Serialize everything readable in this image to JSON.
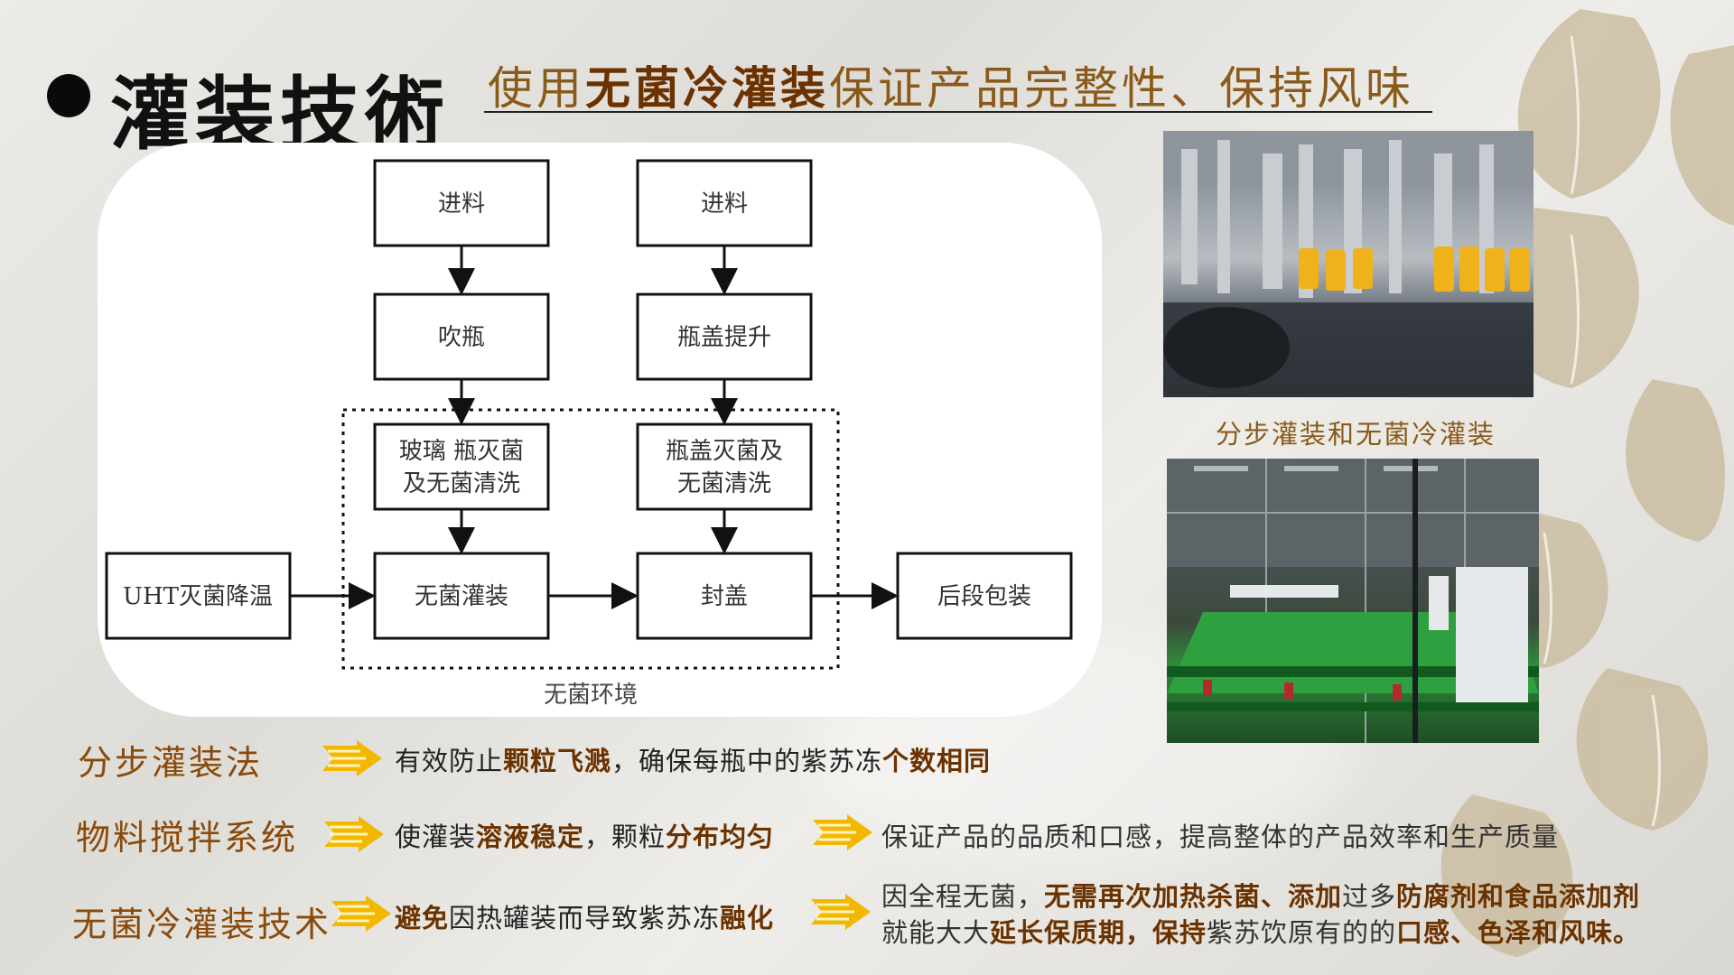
{
  "header": {
    "title": "灌装技術",
    "subtitle_pre": "使用",
    "subtitle_hl": "无菌冷灌装",
    "subtitle_post": "保证产品完整性、保持风味"
  },
  "diagram": {
    "nodes": {
      "feed_left": "进料",
      "feed_right": "进料",
      "blow": "吹瓶",
      "cap_lift": "瓶盖提升",
      "bottle_sterilize_1": "玻璃 瓶灭菌",
      "bottle_sterilize_2": "及无菌清洗",
      "cap_sterilize_1": "瓶盖灭菌及",
      "cap_sterilize_2": "无菌清洗",
      "uht": "UHT灭菌降温",
      "aseptic_fill": "无菌灌装",
      "capping": "封盖",
      "packaging": "后段包装"
    },
    "env_label": "无菌环境"
  },
  "photos": {
    "caption": "分步灌装和无菌冷灌装"
  },
  "rows": {
    "r1": {
      "label": "分步灌装法",
      "t1": "有效防止",
      "h1": "颗粒飞溅",
      "t2": "，确保每瓶中的紫苏冻",
      "h2": "个数相同"
    },
    "r2": {
      "label": "物料搅拌系统",
      "t1": "使灌装",
      "h1": "溶液稳定",
      "t2": "，颗粒",
      "h2": "分布均匀",
      "t3": "保证产品的品质和口感，提高整体的产品效率和生产质量"
    },
    "r3": {
      "label": "无菌冷灌装技术",
      "h1": "避免",
      "t1": "因热罐装而导致紫苏冻",
      "h2": "融化",
      "line1_pre": "因全程无菌，",
      "line1_hl1": "无需再次加热杀菌、添加",
      "line1_mid": "过多",
      "line1_hl2": "防腐剂和食品添加剂",
      "line2_pre": "就能大大",
      "line2_hl1": "延长保质期，保持",
      "line2_mid": "紫苏饮原有的的",
      "line2_hl2": "口感、色泽和风味。"
    }
  },
  "colors": {
    "accent_brown": "#8a4a0a",
    "highlight_brown": "#6b3200",
    "arrow_yellow": "#f2b800"
  }
}
